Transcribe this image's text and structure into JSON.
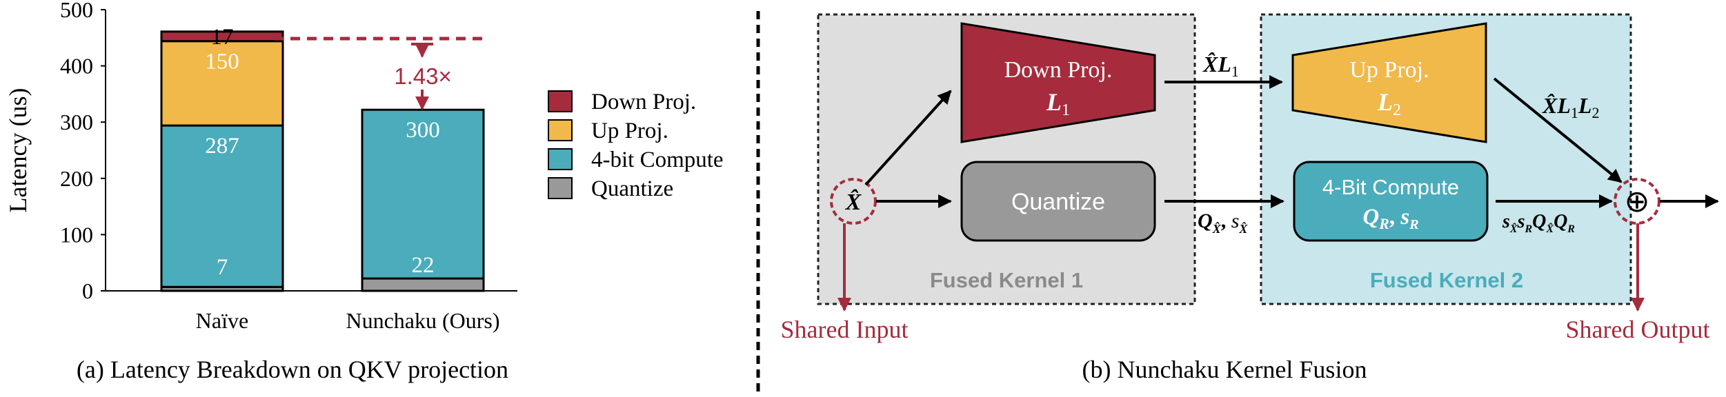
{
  "chart_data": {
    "type": "bar",
    "stacked": true,
    "caption": "(a) Latency Breakdown on QKV projection",
    "ylabel": "Latency (us)",
    "ylim": [
      0,
      500
    ],
    "yticks": [
      "0",
      "100",
      "200",
      "300",
      "400",
      "500"
    ],
    "categories": [
      "Naïve",
      "Nunchaku (Ours)"
    ],
    "series": [
      {
        "name": "Quantize",
        "color": "#999999",
        "values": [
          7,
          22
        ]
      },
      {
        "name": "4-bit Compute",
        "color": "#4BACBB",
        "values": [
          287,
          300
        ]
      },
      {
        "name": "Up Proj.",
        "color": "#F1B84A",
        "values": [
          150,
          0
        ]
      },
      {
        "name": "Down Proj.",
        "color": "#A62B3D",
        "values": [
          17,
          0
        ]
      }
    ],
    "data_labels": [
      {
        "category": "Naïve",
        "series": "Quantize",
        "text": "7"
      },
      {
        "category": "Naïve",
        "series": "4-bit Compute",
        "text": "287"
      },
      {
        "category": "Naïve",
        "series": "Up Proj.",
        "text": "150"
      },
      {
        "category": "Naïve",
        "series": "Down Proj.",
        "text": "17"
      },
      {
        "category": "Nunchaku (Ours)",
        "series": "Quantize",
        "text": "22"
      },
      {
        "category": "Nunchaku (Ours)",
        "series": "4-bit Compute",
        "text": "300"
      }
    ],
    "annotation": "1.43×",
    "legend": {
      "placement": "right",
      "items": [
        "Down Proj.",
        "Up Proj.",
        "4-bit Compute",
        "Quantize"
      ]
    }
  },
  "diagram": {
    "caption": "(b) Nunchaku Kernel Fusion",
    "kernels": [
      "Fused Kernel 1",
      "Fused Kernel 2"
    ],
    "blocks": {
      "down_proj": {
        "title": "Down Proj.",
        "weight": "L",
        "sub": "1"
      },
      "up_proj": {
        "title": "Up Proj.",
        "weight": "L",
        "sub": "2"
      },
      "quantize": {
        "title": "Quantize"
      },
      "compute": {
        "title": "4-Bit Compute",
        "q": "Q",
        "q_sub": "R",
        "s": "s",
        "s_sub": "R"
      }
    },
    "input_symbol": "X̂",
    "shared_input": "Shared Input",
    "shared_output": "Shared Output",
    "adder_symbol": "⊕",
    "labels": {
      "xl1": {
        "x": "X̂",
        "l": "L",
        "sub": "1"
      },
      "xl1l2": {
        "x": "X̂",
        "l1": "L",
        "s1": "1",
        "l2": "L",
        "s2": "2"
      },
      "qx": {
        "q": "Q",
        "sub": "X̂",
        "sep": ", ",
        "s": "s",
        "s_sub": "X̂"
      },
      "final": {
        "s1": "s",
        "s1sub": "X̂",
        "s2": "s",
        "s2sub": "R",
        "q1": "Q",
        "q1sub": "X̂",
        "q2": "Q",
        "q2sub": "R"
      }
    },
    "colors": {
      "down": "#A62B3D",
      "up": "#F1B84A",
      "quantize": "#999999",
      "compute": "#4BACBB",
      "kernel1_bg": "#DEDEDE",
      "kernel2_bg": "#C8E6EB",
      "red_text": "#A62B3D",
      "kernel1_text": "#8A8A8A",
      "kernel2_text": "#4BACBB"
    }
  },
  "colors": {
    "ratio_line": "#A62B3D",
    "axis": "#000000"
  }
}
